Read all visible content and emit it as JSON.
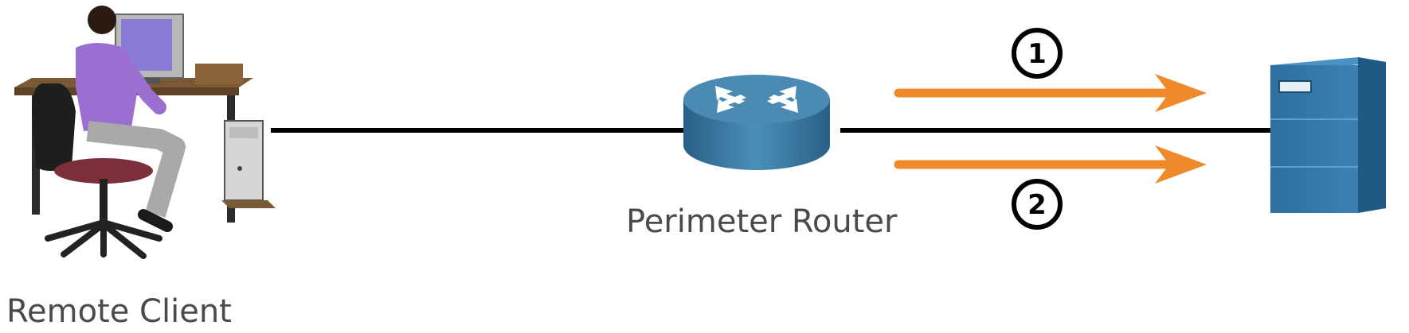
{
  "labels": {
    "remote_client": "Remote Client",
    "perimeter_router": "Perimeter Router"
  },
  "steps": [
    {
      "number": "1"
    },
    {
      "number": "2"
    }
  ],
  "colors": {
    "arrow": "#f0892a",
    "link": "#000000",
    "router": "#3d7ea8",
    "server": "#2f74a6",
    "person_shirt": "#9b6fd1"
  },
  "icons": {
    "client": "remote-client-workstation-icon",
    "router": "router-icon",
    "server": "server-icon"
  }
}
